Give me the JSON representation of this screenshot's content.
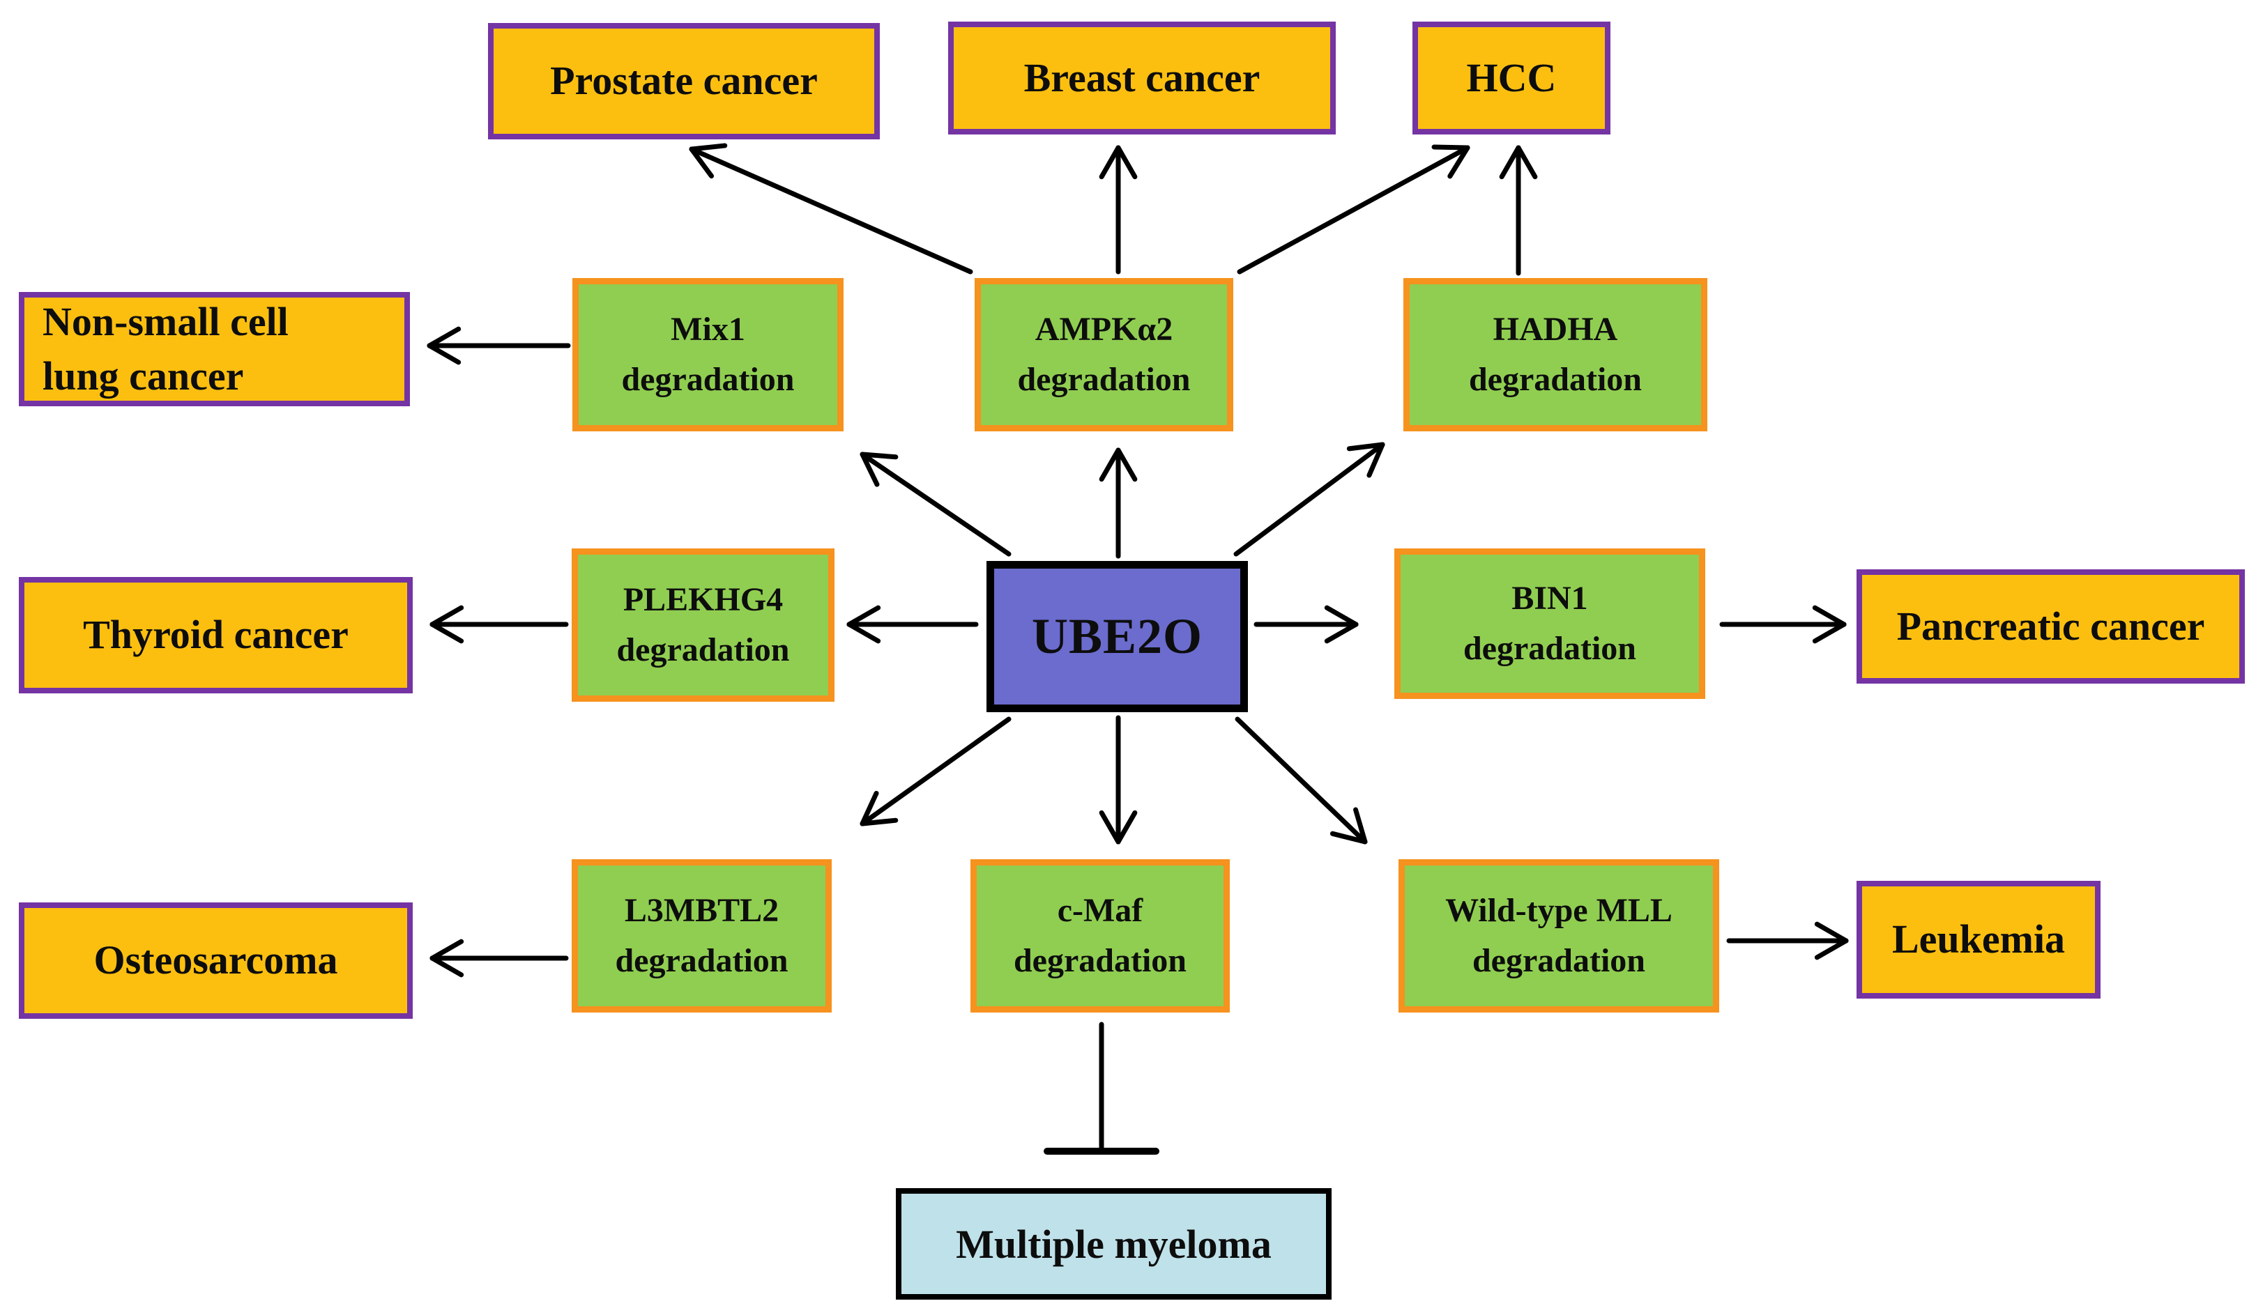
{
  "diagram": {
    "hub_id": "ube2o",
    "colors": {
      "cancer_fill": "#FCBF10",
      "cancer_border": "#7434A4",
      "degradation_fill": "#90CE51",
      "degradation_border": "#F6921E",
      "hub_fill": "#6B6CCE",
      "disease_fill": "#BFE1E9",
      "line": "#000000"
    },
    "nodes": [
      {
        "id": "ube2o",
        "label": "UBE2O",
        "kind": "hub"
      },
      {
        "id": "prostate",
        "label": "Prostate cancer",
        "kind": "cancer"
      },
      {
        "id": "breast",
        "label": "Breast cancer",
        "kind": "cancer"
      },
      {
        "id": "hcc",
        "label": "HCC",
        "kind": "cancer"
      },
      {
        "id": "nsclc",
        "label": "Non-small cell\nlung cancer",
        "kind": "cancer"
      },
      {
        "id": "thyroid",
        "label": "Thyroid cancer",
        "kind": "cancer"
      },
      {
        "id": "pancreatic",
        "label": "Pancreatic cancer",
        "kind": "cancer"
      },
      {
        "id": "osteosarcoma",
        "label": "Osteosarcoma",
        "kind": "cancer"
      },
      {
        "id": "leukemia",
        "label": "Leukemia",
        "kind": "cancer"
      },
      {
        "id": "mix1",
        "label": "Mix1\ndegradation",
        "kind": "degradation"
      },
      {
        "id": "ampka2",
        "label": "AMPKα2\ndegradation",
        "kind": "degradation"
      },
      {
        "id": "hadha",
        "label": "HADHA\ndegradation",
        "kind": "degradation"
      },
      {
        "id": "plekhg4",
        "label": "PLEKHG4\ndegradation",
        "kind": "degradation"
      },
      {
        "id": "bin1",
        "label": "BIN1\ndegradation",
        "kind": "degradation"
      },
      {
        "id": "l3mbtl2",
        "label": "L3MBTL2\ndegradation",
        "kind": "degradation"
      },
      {
        "id": "cmaf",
        "label": "c-Maf\ndegradation",
        "kind": "degradation"
      },
      {
        "id": "mll",
        "label": "Wild-type MLL\ndegradation",
        "kind": "degradation"
      },
      {
        "id": "mm",
        "label": "Multiple myeloma",
        "kind": "disease"
      }
    ],
    "edges": [
      {
        "from": "ube2o",
        "to": "mix1",
        "style": "arrow"
      },
      {
        "from": "ube2o",
        "to": "ampka2",
        "style": "arrow"
      },
      {
        "from": "ube2o",
        "to": "hadha",
        "style": "arrow"
      },
      {
        "from": "ube2o",
        "to": "plekhg4",
        "style": "arrow"
      },
      {
        "from": "ube2o",
        "to": "bin1",
        "style": "arrow"
      },
      {
        "from": "ube2o",
        "to": "l3mbtl2",
        "style": "arrow"
      },
      {
        "from": "ube2o",
        "to": "cmaf",
        "style": "arrow"
      },
      {
        "from": "ube2o",
        "to": "mll",
        "style": "arrow"
      },
      {
        "from": "mix1",
        "to": "nsclc",
        "style": "arrow"
      },
      {
        "from": "ampka2",
        "to": "prostate",
        "style": "arrow"
      },
      {
        "from": "ampka2",
        "to": "breast",
        "style": "arrow"
      },
      {
        "from": "ampka2",
        "to": "hcc",
        "style": "arrow"
      },
      {
        "from": "hadha",
        "to": "hcc",
        "style": "arrow"
      },
      {
        "from": "plekhg4",
        "to": "thyroid",
        "style": "arrow"
      },
      {
        "from": "bin1",
        "to": "pancreatic",
        "style": "arrow"
      },
      {
        "from": "l3mbtl2",
        "to": "osteosarcoma",
        "style": "arrow"
      },
      {
        "from": "mll",
        "to": "leukemia",
        "style": "arrow"
      },
      {
        "from": "cmaf",
        "to": "mm",
        "style": "inhibit"
      }
    ]
  }
}
